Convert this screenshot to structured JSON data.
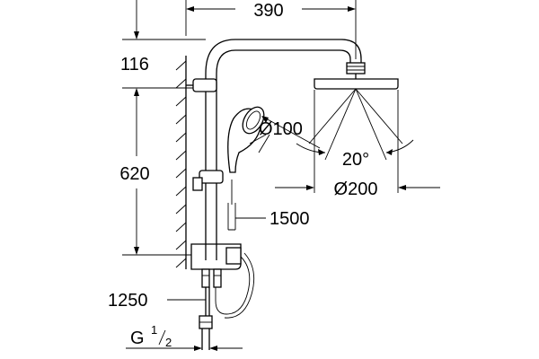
{
  "dimensions": {
    "top_width": "390",
    "arm_offset": "116",
    "rail_height": "620",
    "hand_shower_diameter": "Ø100",
    "spray_angle": "20°",
    "head_diameter": "Ø200",
    "hose_length": "1500",
    "lower_length": "1250",
    "thread_prefix": "G",
    "thread_numerator": "1",
    "thread_denominator": "2"
  }
}
